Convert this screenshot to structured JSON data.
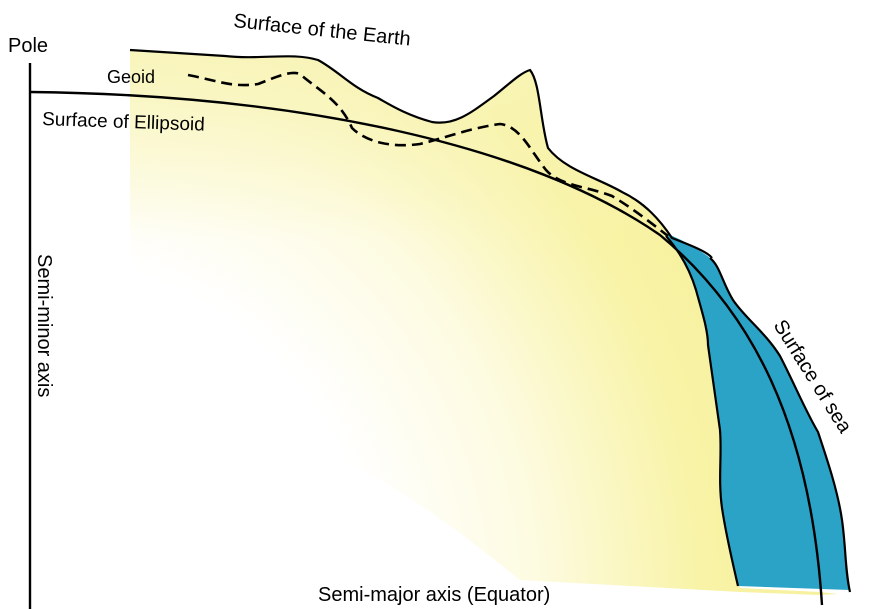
{
  "labels": {
    "pole": "Pole",
    "surface_earth": "Surface of the Earth",
    "geoid": "Geoid",
    "surface_ellipsoid": "Surface of Ellipsoid",
    "semi_minor_axis": "Semi-minor axis",
    "semi_major_axis": "Semi-major axis  (Equator)",
    "surface_sea": "Surface of sea"
  },
  "colors": {
    "land_fill_inner": "#f7f29c",
    "land_fill_outer": "#fbf8c8",
    "sea_fill": "#2aa3c6",
    "line": "#000000"
  }
}
